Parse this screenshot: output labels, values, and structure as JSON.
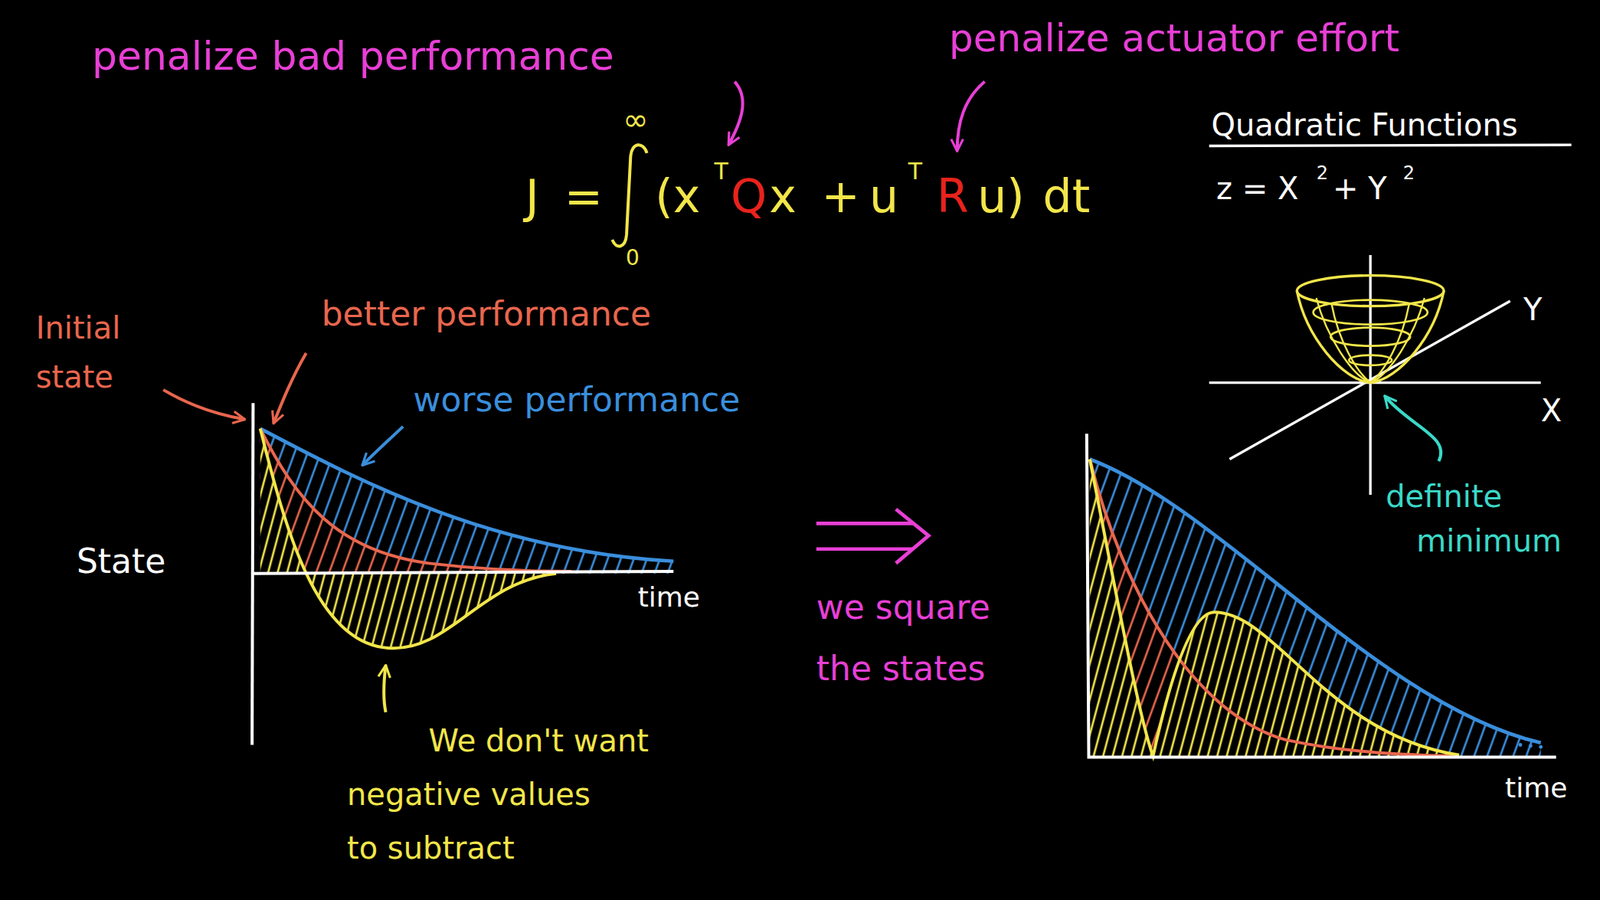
{
  "diagram": {
    "labels": [
      "penalize bad performance",
      "penalize actuator effort",
      "J",
      "=",
      "∞",
      "0",
      "(x",
      "T",
      "Q",
      "x",
      "+",
      "u",
      "T",
      "R",
      "u)",
      "dt",
      "Quadratic Functions",
      "z = X",
      "2",
      "+ Y",
      "2",
      "Y",
      "X",
      "definite minimum",
      "Initial state",
      "better performance",
      "worse performance",
      "State",
      "time",
      "We don't want negative values to subtract",
      "we square the states",
      "time"
    ]
  }
}
